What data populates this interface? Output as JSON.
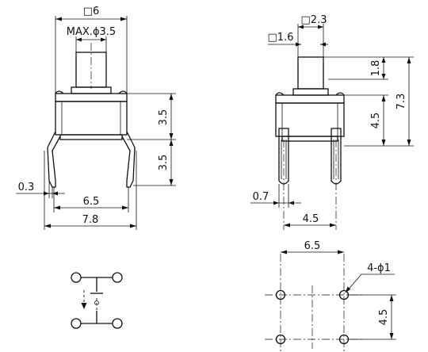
{
  "front_view": {
    "body_width": "□6",
    "max_actuator": "MAX.ϕ3.5",
    "body_height": "3.5",
    "lead_height": "3.5",
    "lead_thickness": "0.3",
    "lead_pitch": "6.5",
    "overall_width": "7.8"
  },
  "side_view": {
    "actuator_square": "□2.3",
    "stem_square": "□1.6",
    "actuator_height": "1.8",
    "total_height": "7.3",
    "body_height": "4.5",
    "lead_width": "0.7",
    "lead_spacing": "4.5"
  },
  "pcb_layout": {
    "hole_pitch_x": "6.5",
    "hole_callout": "4-ϕ1",
    "hole_pitch_y": "4.5"
  }
}
